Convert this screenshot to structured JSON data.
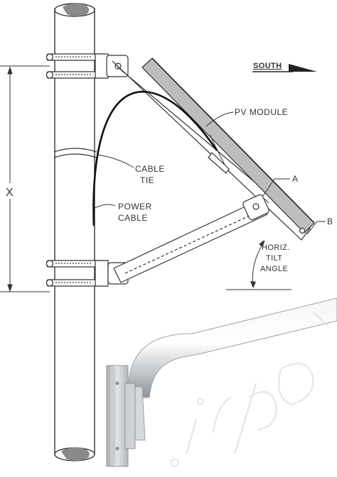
{
  "labels": {
    "south": "SOUTH",
    "pv_module": "PV  MODULE",
    "cable_tie_1": "CABLE",
    "cable_tie_2": "TIE",
    "power_cable_1": "POWER",
    "power_cable_2": "CABLE",
    "dim_x": "X",
    "dim_a": "A",
    "dim_b": "B",
    "horiz_1": "HORIZ.",
    "horiz_2": "TILT",
    "horiz_3": "ANGLE"
  },
  "colors": {
    "line": "#333333",
    "pole_fill": "#ffffff",
    "pole_cap": "#8a8a8a",
    "module_fill": "#bdbdbd",
    "cable": "#111111",
    "metal_light": "#e6e8ea",
    "metal_dark": "#9ea3a8",
    "watermark": "#cfcfcf"
  }
}
